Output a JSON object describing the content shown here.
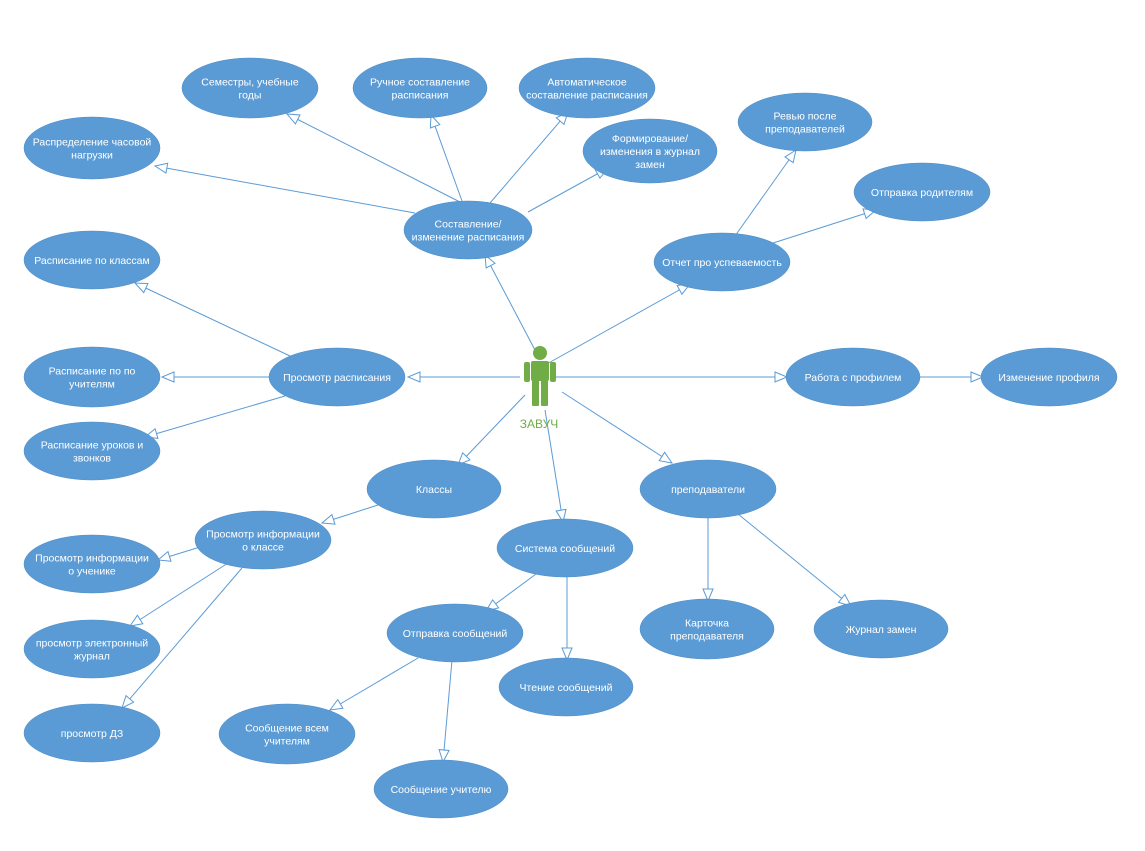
{
  "colors": {
    "node_fill": "#5b9bd5",
    "node_text": "#ffffff",
    "edge": "#5b9bd5",
    "actor": "#70ad47"
  },
  "actor": {
    "label": "ЗАВУЧ",
    "icon": "stick-figure-icon"
  },
  "nodes": {
    "semesters": [
      "Семестры, учебные",
      "годы"
    ],
    "manual_schedule": [
      "Ручное составление",
      "расписания"
    ],
    "auto_schedule": [
      "Автоматическое",
      "составление расписания"
    ],
    "hours_distribution": [
      "Распределение часовой",
      "нагрузки"
    ],
    "substitutions_journal_changes": [
      "Формирование/",
      "изменения в журнал",
      "замен"
    ],
    "schedule_edit": [
      "Составление/",
      "изменение расписания"
    ],
    "review_teachers": [
      "Ревью после",
      "преподавателей"
    ],
    "send_parents": [
      "Отправка родителям"
    ],
    "performance_report": [
      "Отчет про успеваемость"
    ],
    "schedule_by_class": [
      "Расписание по классам"
    ],
    "schedule_view": [
      "Просмотр расписания"
    ],
    "schedule_by_teacher": [
      "Расписание по по",
      "учителям"
    ],
    "lessons_bells": [
      "Расписание уроков и",
      "звонков"
    ],
    "profile_work": [
      "Работа с профилем"
    ],
    "profile_edit": [
      "Изменение профиля"
    ],
    "classes": [
      "Классы"
    ],
    "teachers": [
      "преподаватели"
    ],
    "class_info": [
      "Просмотр информации",
      "о классе"
    ],
    "student_info": [
      "Просмотр информации",
      "о ученике"
    ],
    "e_journal": [
      "просмотр электронный",
      "журнал"
    ],
    "homework": [
      "просмотр ДЗ"
    ],
    "messages": [
      "Система сообщений"
    ],
    "send_messages": [
      "Отправка  сообщений"
    ],
    "read_messages": [
      "Чтение сообщений"
    ],
    "msg_all_teachers": [
      "Сообщение всем",
      "учителям"
    ],
    "msg_teacher": [
      "Сообщение учителю"
    ],
    "teacher_card": [
      "Карточка",
      "преподавателя"
    ],
    "substitutions_journal": [
      "Журнал замен"
    ]
  }
}
